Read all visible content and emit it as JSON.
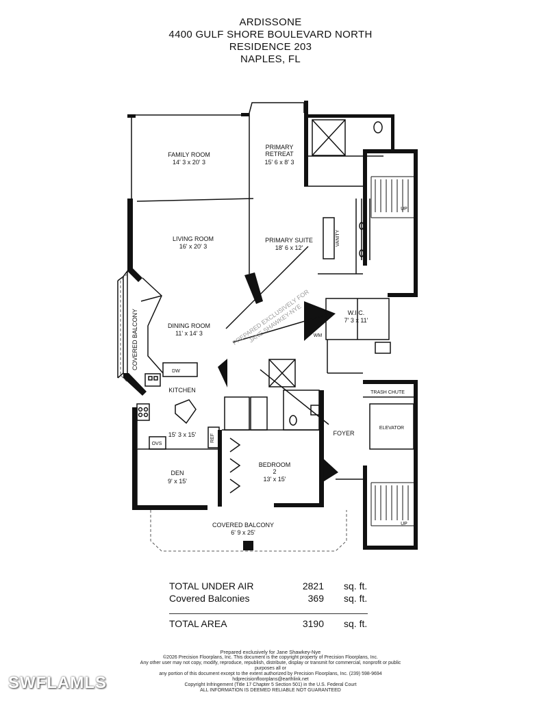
{
  "header": {
    "line1": "ARDISSONE",
    "line2": "4400 GULF SHORE BOULEVARD NORTH",
    "line3": "RESIDENCE 203",
    "line4": "NAPLES, FL"
  },
  "rooms": {
    "family_room": {
      "name": "FAMILY ROOM",
      "dim": "14' 3 x 20' 3"
    },
    "primary_retreat": {
      "name1": "PRIMARY",
      "name2": "RETREAT",
      "dim": "15' 6 x 8' 3"
    },
    "living_room": {
      "name": "LIVING ROOM",
      "dim": "16' x 20' 3"
    },
    "primary_suite": {
      "name": "PRIMARY SUITE",
      "dim": "18' 6 x 12'"
    },
    "vanity": "VANITY",
    "wic": {
      "name": "W.I.C.",
      "dim": "7' 3 x 11'"
    },
    "covered_balcony_side": "COVERED BALCONY",
    "dining_room": {
      "name": "DINING ROOM",
      "dim": "11' x 14' 3"
    },
    "dw": "DW",
    "kitchen": {
      "name": "KITCHEN",
      "dim": "15' 3 x 15'"
    },
    "ref": "REF",
    "ovs": "OVS",
    "trash_chute": "TRASH CHUTE",
    "elevator": "ELEVATOR",
    "foyer": "FOYER",
    "bedroom2": {
      "name1": "BEDROOM",
      "name2": "2",
      "dim": "13' x 15'"
    },
    "den": {
      "name": "DEN",
      "dim": "9' x 15'"
    },
    "covered_balcony_bottom": {
      "name": "COVERED BALCONY",
      "dim": "6' 9 x 25'"
    },
    "up": "UP",
    "wm": "WM"
  },
  "watermark": {
    "line1": "PREPARED EXCLUSIVELY FOR",
    "line2": "JANE SHAWKEY-NYE"
  },
  "totals": {
    "under_air_label": "TOTAL UNDER AIR",
    "under_air_value": "2821",
    "under_air_unit": "sq. ft.",
    "balconies_label": "Covered Balconies",
    "balconies_value": "369",
    "balconies_unit": "sq. ft.",
    "total_label": "TOTAL AREA",
    "total_value": "3190",
    "total_unit": "sq. ft."
  },
  "footer": {
    "line1": "Prepared exclusively for Jane Shawkey-Nye",
    "line2": "©2026 Precision Floorplans, Inc.  This document is the copyright property of Precision Floorplans, Inc.",
    "line3": "Any other user may not copy, modify, reproduce, republish, distribute, display or transmit for commercial, nonprofit or public purposes all or",
    "line4": "any portion of this document except to the extent authorized by Precision Floorplans, Inc. (239) 598-9694  hdprecisionfloorplans@earthlink.net",
    "line5": "Copyright Infringement (Title 17 Chapter 5 Section 501) in the U.S. Federal Court",
    "line6": "ALL INFORMATION IS DEEMED RELIABLE NOT GUARANTEED"
  },
  "logo": "SWFLAMLS"
}
